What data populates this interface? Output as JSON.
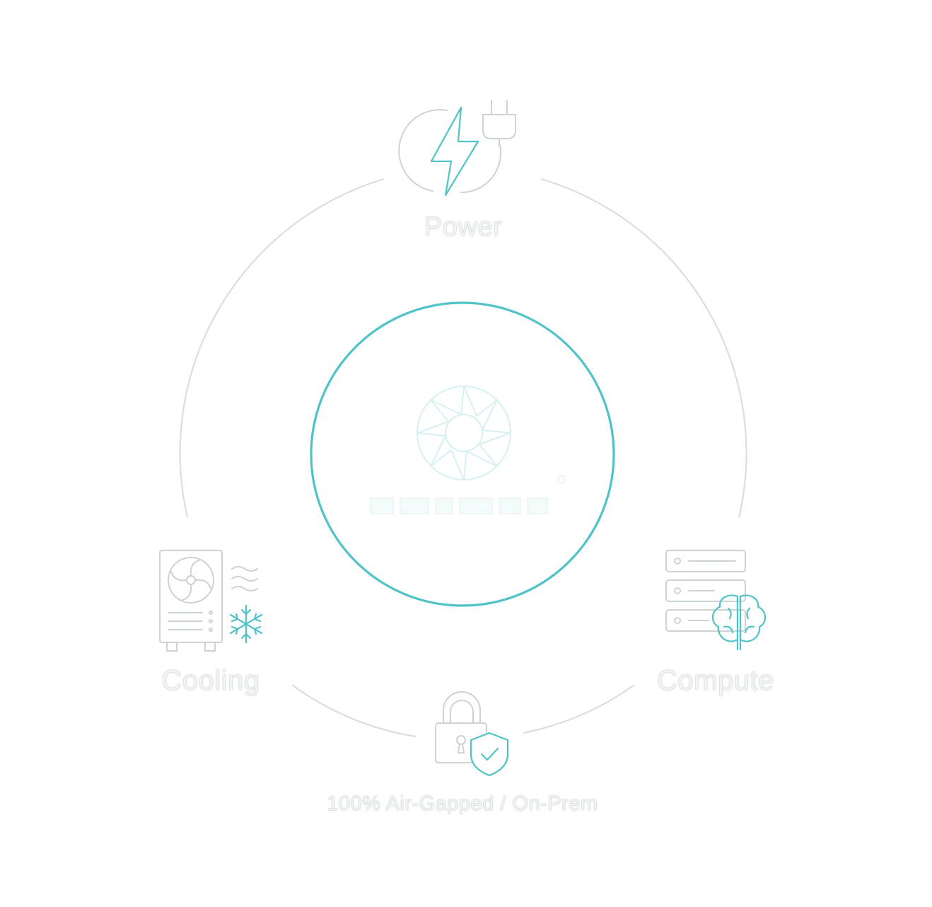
{
  "nodes": {
    "power": {
      "label": "Power",
      "icon": "power-plug-icon"
    },
    "cooling": {
      "label": "Cooling",
      "icon": "cooling-unit-icon"
    },
    "compute": {
      "label": "Compute",
      "icon": "server-brain-icon"
    },
    "security": {
      "label": "100% Air-Gapped / On-Prem",
      "icon": "lock-shield-icon"
    }
  },
  "center": {
    "icon": "brand-logo-icon"
  },
  "colors": {
    "accent": "#4fc3c8",
    "outline": "#cdd3d5",
    "label_fill": "#f2f4f4"
  }
}
